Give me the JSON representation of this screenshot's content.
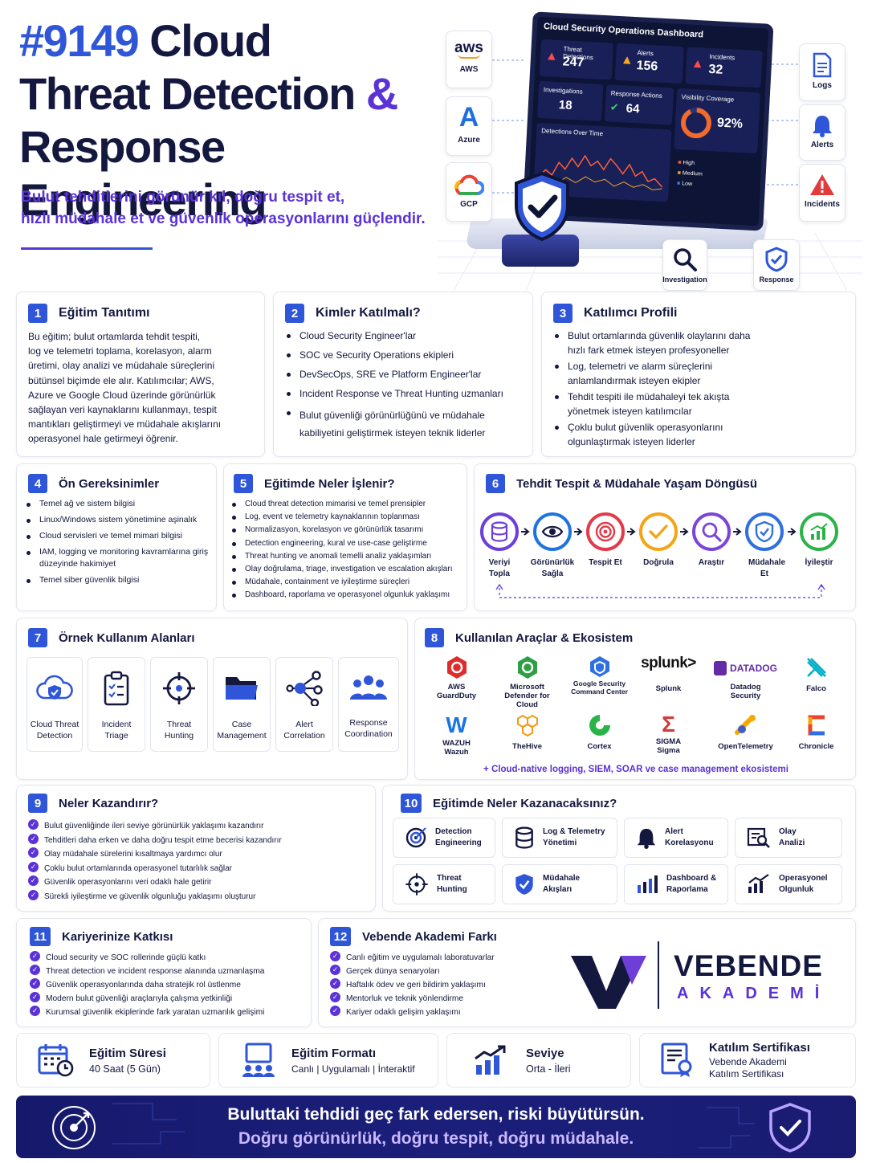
{
  "header": {
    "title_num": "#9149",
    "title_l1": "Cloud",
    "title_l2a": "Threat Detection",
    "title_l2b": "&",
    "title_l3": "Response Engineering",
    "subtitle_l1": "Bulut tehditlerini görünür kıl, doğru tespit et,",
    "subtitle_l2": "hızlı müdahale et ve güvenlik operasyonlarını güçlendir."
  },
  "hero": {
    "dash_title": "Cloud Security Operations Dashboard",
    "threat_label": "Threat Detections",
    "threat_val": "247",
    "alerts_label": "Alerts",
    "alerts_val": "156",
    "incidents_label": "Incidents",
    "incidents_val": "32",
    "inv_label": "Investigations",
    "inv_val": "18",
    "resp_label": "Response Actions",
    "resp_val": "64",
    "vis_label": "Visibility Coverage",
    "vis_val": "92%",
    "det_over_time": "Detections Over Time",
    "legend": [
      "High",
      "Medium",
      "Low"
    ],
    "left_clouds": [
      {
        "logo": "aws",
        "name": "AWS"
      },
      {
        "logo": "",
        "name": "Azure"
      },
      {
        "logo": "",
        "name": "GCP"
      }
    ],
    "right_items": [
      "Logs",
      "Alerts",
      "Incidents"
    ],
    "bottom_items": [
      "Investigation",
      "Response"
    ],
    "coverage_fraction": 0.92
  },
  "s1": {
    "num": "1",
    "title": "Eğitim Tanıtımı",
    "lines": [
      "Bu eğitim; bulut ortamlarda tehdit tespiti,",
      "log ve telemetri toplama, korelasyon, alarm",
      "üretimi, olay analizi ve müdahale süreçlerini",
      "bütünsel biçimde ele alır. Katılımcılar; AWS,",
      "Azure ve Google Cloud üzerinde görünürlük",
      "sağlayan veri kaynaklarını kullanmayı, tespit",
      "mantıkları geliştirmeyi ve müdahale akışlarını",
      "operasyonel hale getirmeyi öğrenir."
    ]
  },
  "s2": {
    "num": "2",
    "title": "Kimler Katılmalı?",
    "items": [
      "Cloud Security Engineer'lar",
      "SOC ve Security Operations ekipleri",
      "DevSecOps, SRE ve Platform Engineer'lar",
      "Incident Response ve Threat Hunting uzmanları",
      "Bulut güvenliği görünürlüğünü ve müdahale kabiliyetini geliştirmek isteyen teknik liderler"
    ]
  },
  "s3": {
    "num": "3",
    "title": "Katılımcı Profili",
    "items": [
      "Bulut ortamlarında güvenlik olaylarını daha hızlı fark etmek isteyen profesyoneller",
      "Log, telemetri ve alarm süreçlerini anlamlandırmak isteyen ekipler",
      "Tehdit tespiti ile müdahaleyi tek akışta yönetmek isteyen katılımcılar",
      "Çoklu bulut güvenlik operasyonlarını olgunlaştırmak isteyen liderler"
    ]
  },
  "s4": {
    "num": "4",
    "title": "Ön Gereksinimler",
    "items": [
      "Temel ağ ve sistem bilgisi",
      "Linux/Windows sistem yönetimine aşinalık",
      "Cloud servisleri ve temel mimari bilgisi",
      "IAM, logging ve monitoring kavramlarına giriş düzeyinde hakimiyet",
      "Temel siber güvenlik bilgisi"
    ]
  },
  "s5": {
    "num": "5",
    "title": "Eğitimde Neler İşlenir?",
    "items": [
      "Cloud threat detection mimarisi ve temel prensipler",
      "Log, event ve telemetry kaynaklarının toplanması",
      "Normalizasyon, korelasyon ve görünürlük tasarımı",
      "Detection engineering, kural ve use-case geliştirme",
      "Threat hunting ve anomali temelli analiz yaklaşımları",
      "Olay doğrulama, triage, investigation ve escalation akışları",
      "Müdahale, containment ve iyileştirme süreçleri",
      "Dashboard, raporlama ve operasyonel olgunluk yaklaşımı"
    ]
  },
  "s6": {
    "num": "6",
    "title": "Tehdit Tespit & Müdahale Yaşam Döngüsü",
    "steps": [
      {
        "label": "Veriyi Topla",
        "color": "#6d3fd8",
        "icon": "database-icon"
      },
      {
        "label": "Görünürlük Sağla",
        "color": "#1f73e0",
        "icon": "eye-icon"
      },
      {
        "label": "Tespit Et",
        "color": "#e23b4a",
        "icon": "target-icon"
      },
      {
        "label": "Doğrula",
        "color": "#f2a516",
        "icon": "check-icon"
      },
      {
        "label": "Araştır",
        "color": "#7b46d8",
        "icon": "search-icon"
      },
      {
        "label": "Müdahale Et",
        "color": "#2f6fe0",
        "icon": "shield-icon"
      },
      {
        "label": "İyileştir",
        "color": "#2bb34a",
        "icon": "chart-icon"
      }
    ]
  },
  "s7": {
    "num": "7",
    "title": "Örnek Kullanım Alanları",
    "tiles": [
      {
        "label": "Cloud Threat Detection",
        "icon": "cloud-shield-icon"
      },
      {
        "label": "Incident Triage",
        "icon": "clipboard-icon"
      },
      {
        "label": "Threat Hunting",
        "icon": "crosshair-icon"
      },
      {
        "label": "Case Management",
        "icon": "folder-icon"
      },
      {
        "label": "Alert Correlation",
        "icon": "network-icon"
      },
      {
        "label": "Response Coordination",
        "icon": "team-icon"
      }
    ]
  },
  "s8": {
    "num": "8",
    "title": "Kullanılan Araçlar & Ekosistem",
    "tools": [
      {
        "label": "AWS GuardDuty",
        "glyph": "",
        "color": "#e02b2b"
      },
      {
        "label": "Microsoft Defender for Cloud",
        "glyph": "",
        "color": "#2f9e44"
      },
      {
        "label": "Google Security Command Center",
        "glyph": "",
        "color": "#2f6fe0"
      },
      {
        "label": "Splunk",
        "glyph": "splunk>",
        "color": "#111"
      },
      {
        "label": "Datadog Security",
        "glyph": "DATADOG",
        "color": "#632ca6"
      },
      {
        "label": "Falco",
        "glyph": "",
        "color": "#00aec7"
      },
      {
        "label": "WAZUH Wazuh",
        "glyph": "W",
        "color": "#1b74e4"
      },
      {
        "label": "TheHive",
        "glyph": "",
        "color": "#f29b16"
      },
      {
        "label": "Cortex",
        "glyph": "",
        "color": "#2bb34a"
      },
      {
        "label": "SIGMA Sigma",
        "glyph": "Σ",
        "color": "#d43a3a"
      },
      {
        "label": "OpenTelemetry",
        "glyph": "",
        "color": "#f5a800"
      },
      {
        "label": "Chronicle",
        "glyph": "",
        "color": "#e8452c"
      }
    ],
    "footer": "+ Cloud-native logging, SIEM, SOAR ve case management ekosistemi"
  },
  "s9": {
    "num": "9",
    "title": "Neler Kazandırır?",
    "items": [
      "Bulut güvenliğinde ileri seviye görünürlük yaklaşımı kazandırır",
      "Tehditleri daha erken ve daha doğru tespit etme becerisi kazandırır",
      "Olay müdahale sürelerini kısaltmaya yardımcı olur",
      "Çoklu bulut ortamlarında operasyonel tutarlılık sağlar",
      "Güvenlik operasyonlarını veri odaklı hale getirir",
      "Sürekli iyileştirme ve güvenlik olgunluğu yaklaşımı oluşturur"
    ]
  },
  "s10": {
    "num": "10",
    "title": "Eğitimde Neler Kazanacaksınız?",
    "items": [
      {
        "label": "Detection Engineering",
        "icon": "target-icon"
      },
      {
        "label": "Log & Telemetry Yönetimi",
        "icon": "database-icon"
      },
      {
        "label": "Alert Korelasyonu",
        "icon": "bell-icon"
      },
      {
        "label": "Olay Analizi",
        "icon": "analysis-icon"
      },
      {
        "label": "Threat Hunting",
        "icon": "crosshair-icon"
      },
      {
        "label": "Müdahale Akışları",
        "icon": "shield-icon"
      },
      {
        "label": "Dashboard & Raporlama",
        "icon": "bar-chart-icon"
      },
      {
        "label": "Operasyonel Olgunluk",
        "icon": "growth-icon"
      }
    ]
  },
  "s11": {
    "num": "11",
    "title": "Kariyerinize Katkısı",
    "items": [
      "Cloud security ve SOC rollerinde güçlü katkı",
      "Threat detection ve incident response alanında uzmanlaşma",
      "Güvenlik operasyonlarında daha stratejik rol üstlenme",
      "Modern bulut güvenliği araçlarıyla çalışma yetkinliği",
      "Kurumsal güvenlik ekiplerinde fark yaratan uzmanlık gelişimi"
    ]
  },
  "s12": {
    "num": "12",
    "title": "Vebende Akademi Farkı",
    "items": [
      "Canlı eğitim ve uygulamalı laboratuvarlar",
      "Gerçek dünya senaryoları",
      "Haftalık ödev ve geri bildirim yaklaşımı",
      "Mentorluk ve teknik yönlendirme",
      "Kariyer odaklı gelişim yaklaşımı"
    ],
    "brand1": "VEBENDE",
    "brand2": "AKADEMİ"
  },
  "info": [
    {
      "title": "Eğitim Süresi",
      "value": "40 Saat (5 Gün)",
      "icon": "calendar-icon"
    },
    {
      "title": "Eğitim Formatı",
      "value": "Canlı | Uygulamalı | İnteraktif",
      "icon": "presentation-icon"
    },
    {
      "title": "Seviye",
      "value": "Orta - İleri",
      "icon": "level-chart-icon"
    },
    {
      "title": "Katılım Sertifikası",
      "value": "Vebende Akademi Katılım Sertifikası",
      "icon": "certificate-icon"
    }
  ],
  "banner": {
    "l1": "Buluttaki tehdidi geç fark edersen, riski büyütürsün.",
    "l2": "Doğru görünürlük, doğru tespit, doğru müdahale."
  },
  "colors": {
    "navy": "#14183f",
    "purple": "#5b32d6",
    "blue": "#2f56d9"
  }
}
